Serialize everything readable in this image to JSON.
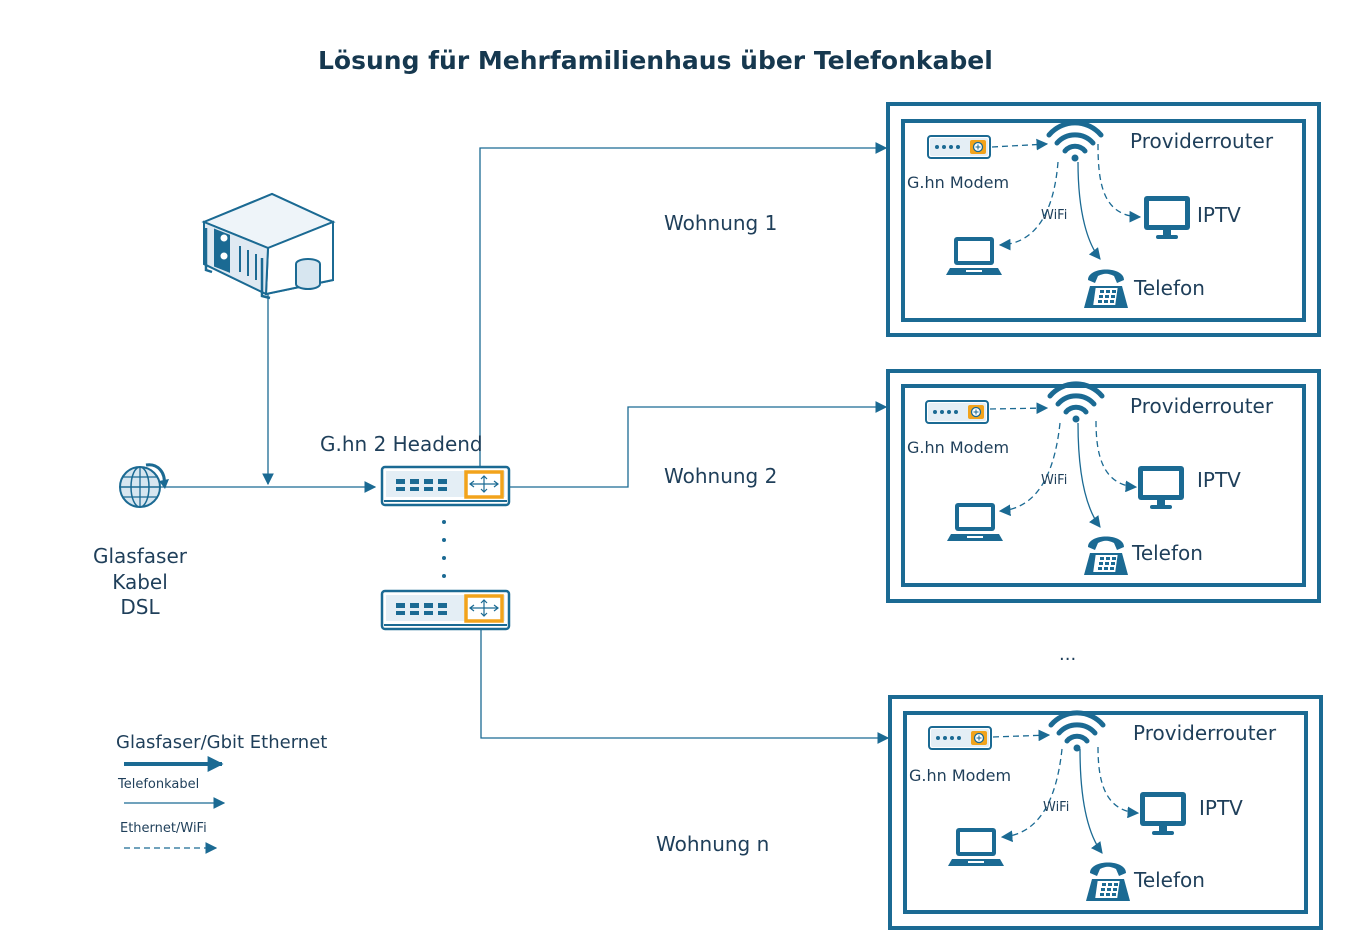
{
  "title": "Lösung für Mehrfamilienhaus über Telefonkabel",
  "source": {
    "lines": [
      "Glasfaser",
      "Kabel",
      "DSL"
    ],
    "icon": "globe-icon"
  },
  "server": {
    "icon": "server-icon"
  },
  "headend": {
    "label": "G.hn 2 Headend",
    "icon": "switch-icon",
    "dots": "·"
  },
  "apartments": [
    {
      "label": "Wohnung 1",
      "router": "Providerrouter",
      "modem": "G.hn Modem",
      "wifi": "WiFi",
      "iptv": "IPTV",
      "phone": "Telefon"
    },
    {
      "label": "Wohnung 2",
      "router": "Providerrouter",
      "modem": "G.hn Modem",
      "wifi": "WiFi",
      "iptv": "IPTV",
      "phone": "Telefon"
    },
    {
      "label": "Wohnung n",
      "router": "Providerrouter",
      "modem": "G.hn Modem",
      "wifi": "WiFi",
      "iptv": "IPTV",
      "phone": "Telefon"
    }
  ],
  "ellipsis": "...",
  "legend": {
    "fiber": "Glasfaser/Gbit Ethernet",
    "phone_cable": "Telefonkabel",
    "ethernet_wifi": "Ethernet/WiFi"
  },
  "colors": {
    "primary": "#1b6a93",
    "dark": "#1f3f5a",
    "accent": "#f2a31b",
    "light": "#d7e6f0"
  }
}
